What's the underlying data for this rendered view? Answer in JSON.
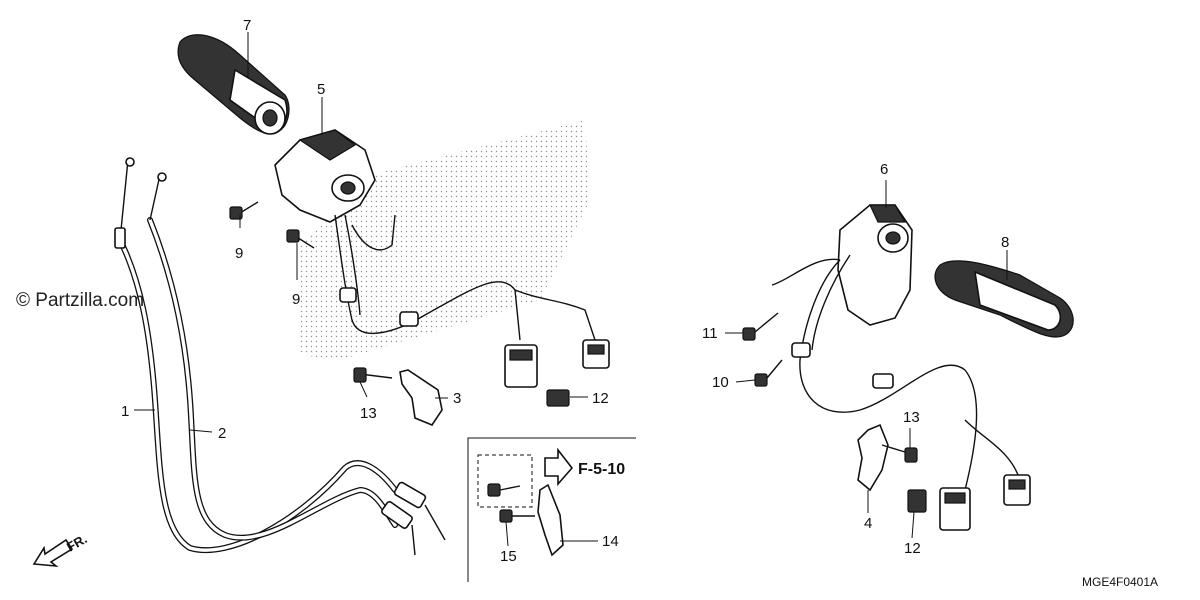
{
  "watermark": "© Partzilla.com",
  "diagram_code": "MGE4F0401A",
  "front_marker": "FR.",
  "reference": {
    "label": "F-5-10"
  },
  "callouts": [
    {
      "id": "1",
      "label": "1"
    },
    {
      "id": "2",
      "label": "2"
    },
    {
      "id": "3",
      "label": "3"
    },
    {
      "id": "4",
      "label": "4"
    },
    {
      "id": "5",
      "label": "5"
    },
    {
      "id": "6",
      "label": "6"
    },
    {
      "id": "7",
      "label": "7"
    },
    {
      "id": "8",
      "label": "8"
    },
    {
      "id": "9a",
      "label": "9"
    },
    {
      "id": "9b",
      "label": "9"
    },
    {
      "id": "10",
      "label": "10"
    },
    {
      "id": "11",
      "label": "11"
    },
    {
      "id": "12a",
      "label": "12"
    },
    {
      "id": "12b",
      "label": "12"
    },
    {
      "id": "13a",
      "label": "13"
    },
    {
      "id": "13b",
      "label": "13"
    },
    {
      "id": "14",
      "label": "14"
    },
    {
      "id": "15",
      "label": "15"
    }
  ]
}
